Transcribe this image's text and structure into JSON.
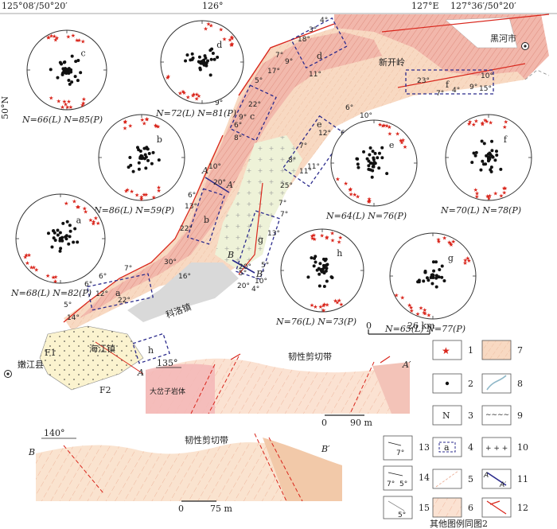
{
  "coords": {
    "top_left": "125°08′/50°20′",
    "top_126": "126°",
    "top_127": "127°E",
    "top_right": "127°36′/50°20′",
    "lat": "50°N"
  },
  "places": {
    "heihe": "黑河市",
    "xinkailing": "新开岭",
    "keluo": "科洛镇",
    "haijiang": "海江镇",
    "nenjiang": "嫩江县",
    "pluton": "大岔子岩体"
  },
  "faults": {
    "f1": "F1",
    "f2": "F2"
  },
  "stereonets": [
    {
      "id": "c",
      "label": "c",
      "caption": "N=66(L)  N=85(P)"
    },
    {
      "id": "d",
      "label": "d",
      "caption": "N=72(L)  N=81(P)"
    },
    {
      "id": "b",
      "label": "b",
      "caption": "N=86(L)  N=59(P)"
    },
    {
      "id": "e",
      "label": "e",
      "caption": "N=64(L)  N=76(P)"
    },
    {
      "id": "f",
      "label": "f",
      "caption": "N=70(L)  N=78(P)"
    },
    {
      "id": "a",
      "label": "a",
      "caption": "N=68(L)  N=82(P)"
    },
    {
      "id": "h",
      "label": "h",
      "caption": "N=76(L)  N=73(P)"
    },
    {
      "id": "g",
      "label": "g",
      "caption": "N=65(L)  N=77(P)"
    }
  ],
  "map_scale": {
    "zero": "0",
    "value": "26 km"
  },
  "boxes": [
    "a",
    "b",
    "c",
    "d",
    "e",
    "f",
    "g",
    "h"
  ],
  "section_A": {
    "start": "A",
    "end": "A′",
    "orient": "135°",
    "title": "韧性剪切带",
    "scale_zero": "0",
    "scale_value": "90 m"
  },
  "section_B": {
    "start": "B",
    "end": "B′",
    "orient": "140°",
    "title": "韧性剪切带",
    "scale_zero": "0",
    "scale_value": "75 m"
  },
  "map_section_labels": {
    "A": "A",
    "A2": "A′",
    "B": "B",
    "B2": "B′"
  },
  "dips": [
    "7°",
    "17°",
    "9°",
    "11°",
    "18°",
    "3°",
    "4°",
    "5°",
    "22°",
    "9°",
    "6°",
    "8°",
    "12°",
    "7°",
    "11°",
    "8°",
    "25°",
    "11°",
    "20°",
    "10°",
    "6°",
    "13°",
    "22°",
    "30°",
    "16°",
    "5°",
    "20°",
    "6°",
    "14°",
    "5°",
    "12°",
    "6°",
    "7°",
    "10°",
    "13°",
    "7°",
    "5°",
    "20°",
    "4°",
    "22°",
    "9°",
    "10°",
    "6°",
    "23°",
    "7°",
    "4°",
    "9°",
    "15°",
    "10°",
    "6°",
    "7°"
  ],
  "legend": {
    "items": [
      {
        "num": "1",
        "desc": "red star symbol"
      },
      {
        "num": "2",
        "desc": "black dot symbol"
      },
      {
        "num": "3",
        "sym": "N"
      },
      {
        "num": "4",
        "sym": "a"
      },
      {
        "num": "5"
      },
      {
        "num": "6"
      },
      {
        "num": "7"
      },
      {
        "num": "8"
      },
      {
        "num": "9"
      },
      {
        "num": "10"
      },
      {
        "num": "11",
        "sym_a": "A",
        "sym_b": "A′"
      },
      {
        "num": "12"
      },
      {
        "num": "13",
        "sym": "7°"
      },
      {
        "num": "14",
        "sym_a": "7°",
        "sym_b": "5°"
      },
      {
        "num": "15",
        "sym": "5°"
      }
    ],
    "footer": "其他图例同图2"
  },
  "colors": {
    "pink": "#f2b7ab",
    "salmon": "#e98f7e",
    "peach": "#f8d9c2",
    "cream": "#fbf3cf",
    "lightgreen": "#eef2d8",
    "grey": "#d9d9d9",
    "red": "#d9261c",
    "navy": "#2b2b8c"
  }
}
